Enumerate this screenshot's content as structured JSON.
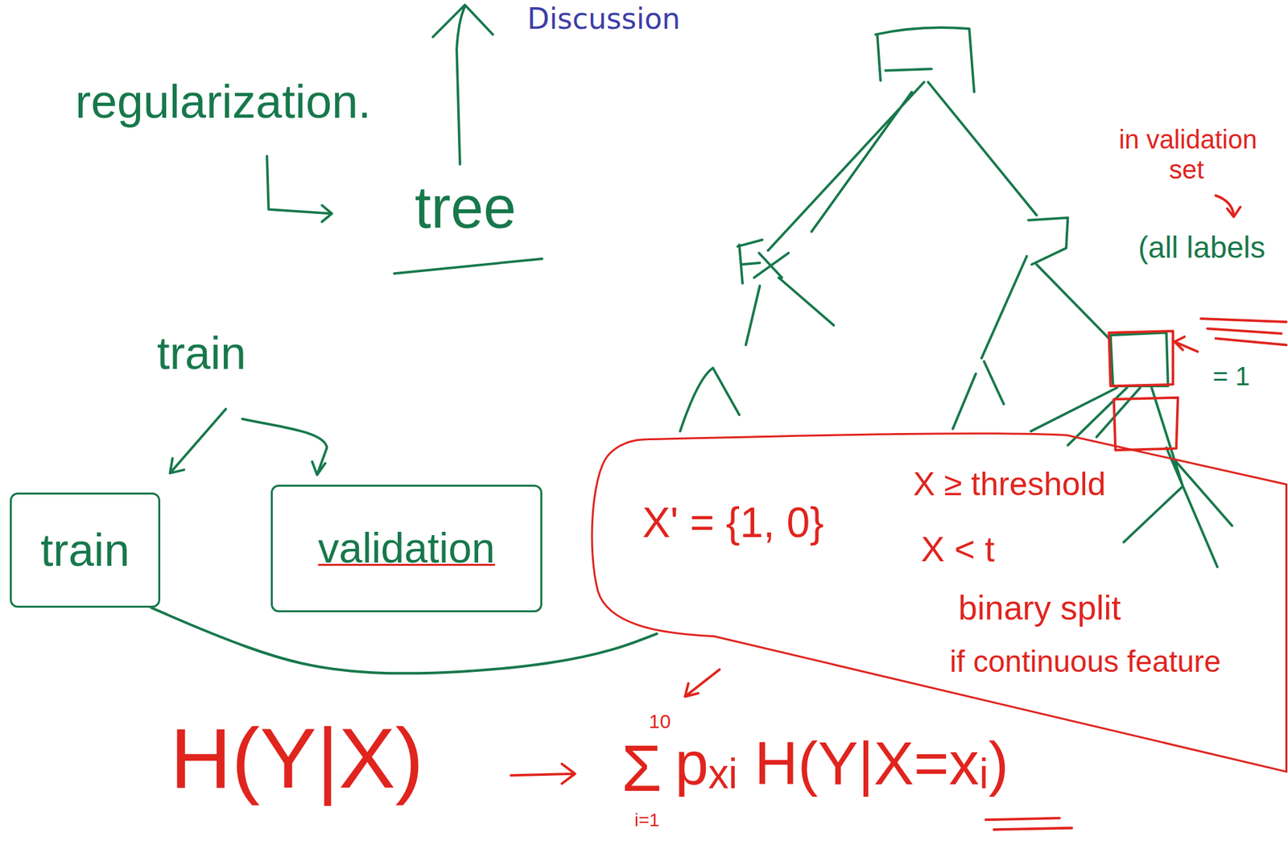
{
  "diagram": {
    "title": "Discussion",
    "nodes": [
      {
        "text": [
          "train"
        ]
      },
      {
        "text": [
          "validation"
        ]
      },
      {
        "text": [
          "X' = {1, 0}",
          "X ≥ threshold",
          "X < t",
          "binary split",
          "if continuous feature"
        ]
      }
    ],
    "edges": [
      {
        "from": 0,
        "to": 2,
        "arrow": "none"
      }
    ],
    "labels": [
      "regularization.",
      "tree",
      "train",
      "in validation set",
      "(all labels",
      "= 1",
      "H(Y|X)",
      "10",
      "Σ",
      "i=1",
      "pₓᵢ H(Y|X=xᵢ)"
    ]
  }
}
